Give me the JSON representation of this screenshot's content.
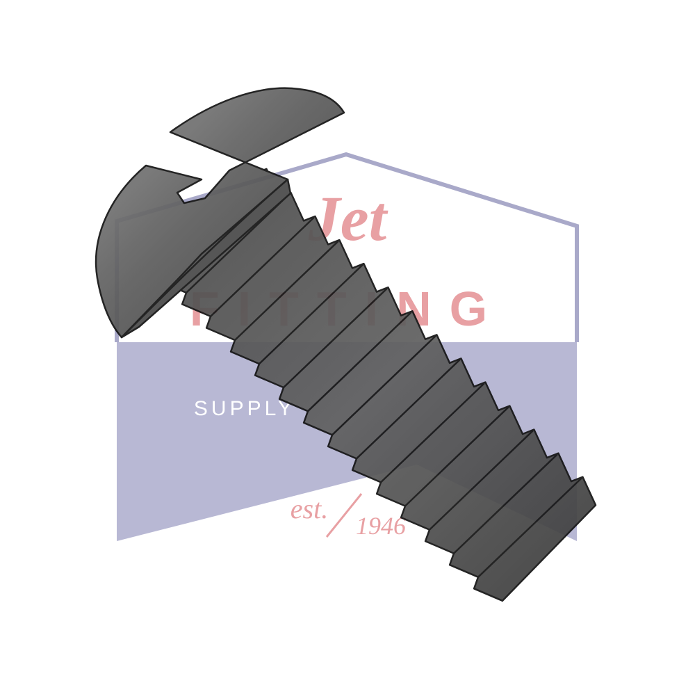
{
  "image": {
    "subject": "slotted-round-head-machine-screw",
    "finish": "black-oxide",
    "icon": "screw-icon"
  },
  "watermark": {
    "brand_word_1": "Jet",
    "brand_word_2": "FITTING",
    "brand_word_3": "SUPPLY",
    "est_label": "est.",
    "est_year": "1946",
    "colors": {
      "lavender": "#b7b7d3",
      "outline": "#a5a5c6",
      "pink": "#e8a0a3",
      "white": "#ffffff"
    }
  },
  "colors": {
    "screw_dark": "#3c3c3c",
    "screw_mid": "#5a5a5a",
    "screw_light": "#8a8a8a",
    "stroke": "#141414"
  }
}
